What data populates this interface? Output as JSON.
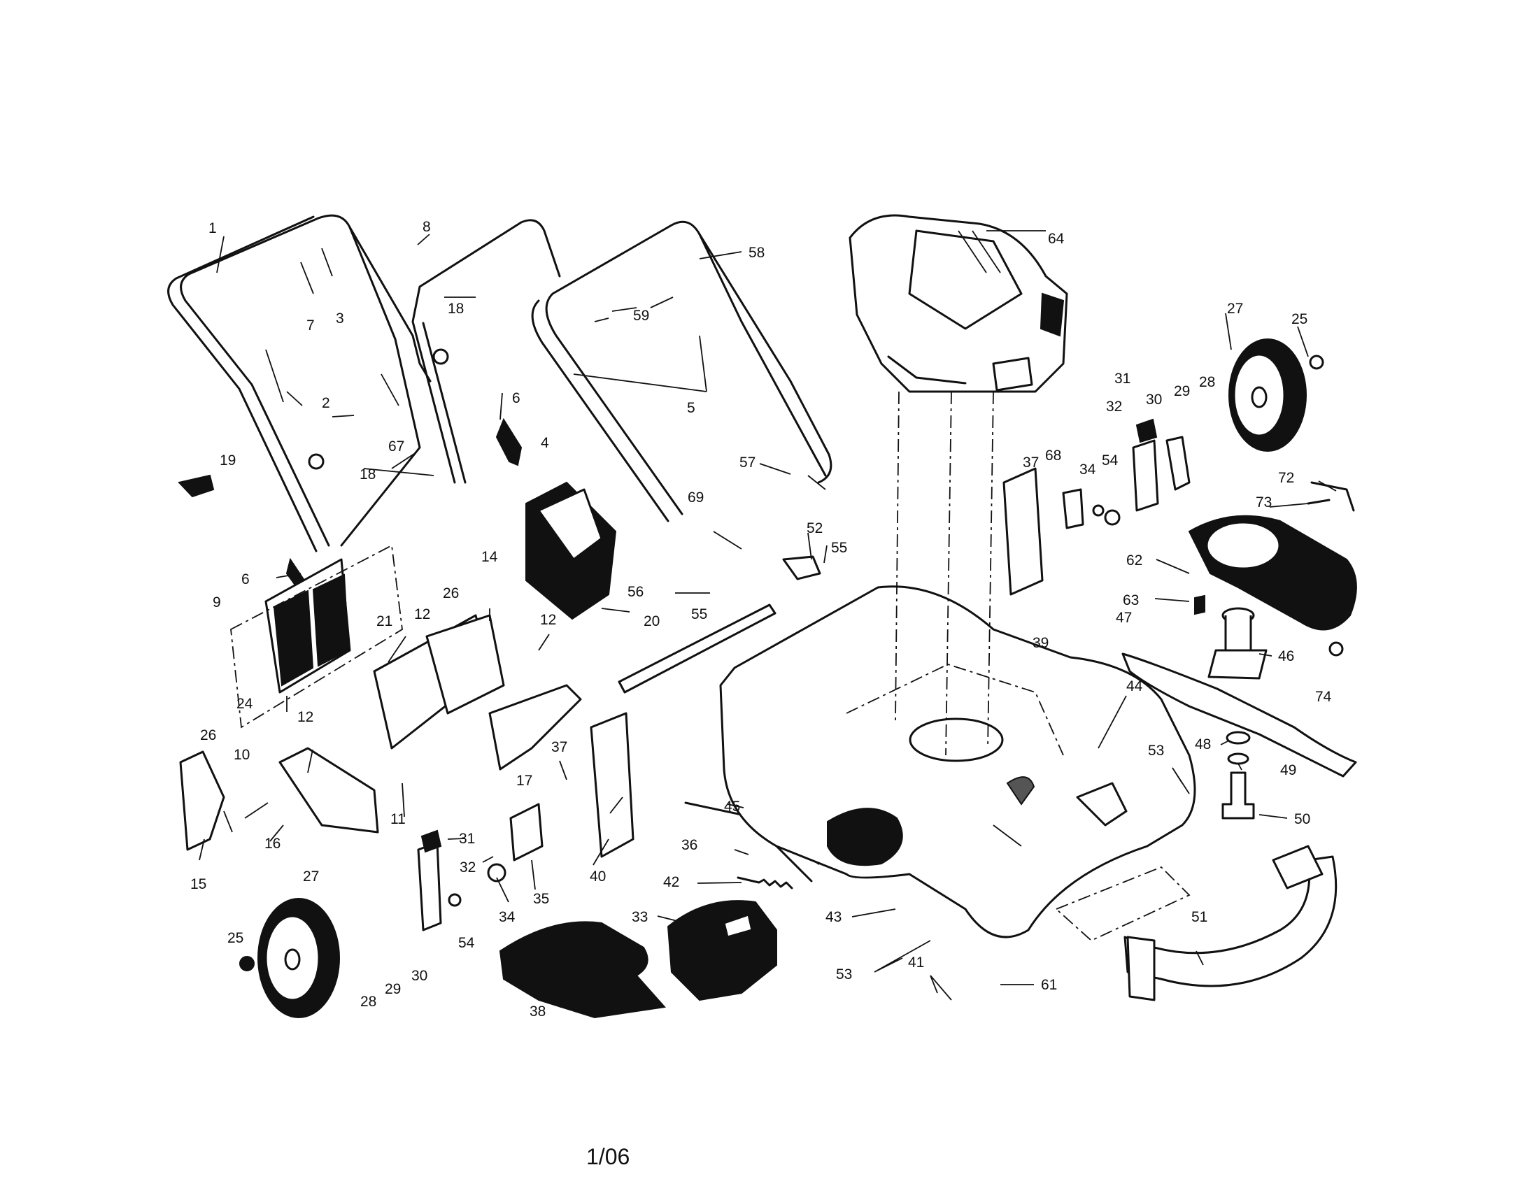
{
  "footer": {
    "date_code": "1/06"
  },
  "parts": {
    "p1": "1",
    "p2": "2",
    "p3": "3",
    "p4": "4",
    "p5": "5",
    "p6a": "6",
    "p6b": "6",
    "p7": "7",
    "p8": "8",
    "p9": "9",
    "p10": "10",
    "p11": "11",
    "p12a": "12",
    "p12b": "12",
    "p12c": "12",
    "p14": "14",
    "p15": "15",
    "p16": "16",
    "p17": "17",
    "p18a": "18",
    "p18b": "18",
    "p19": "19",
    "p20": "20",
    "p21": "21",
    "p24": "24",
    "p25a": "25",
    "p25b": "25",
    "p26a": "26",
    "p26b": "26",
    "p27a": "27",
    "p27b": "27",
    "p28a": "28",
    "p28b": "28",
    "p29a": "29",
    "p29b": "29",
    "p30a": "30",
    "p30b": "30",
    "p31a": "31",
    "p31b": "31",
    "p32a": "32",
    "p32b": "32",
    "p33": "33",
    "p34a": "34",
    "p34b": "34",
    "p35": "35",
    "p36": "36",
    "p37a": "37",
    "p37b": "37",
    "p38": "38",
    "p39": "39",
    "p40": "40",
    "p41": "41",
    "p42": "42",
    "p43": "43",
    "p44": "44",
    "p45": "45",
    "p46": "46",
    "p47": "47",
    "p48": "48",
    "p49": "49",
    "p50": "50",
    "p51": "51",
    "p52": "52",
    "p53a": "53",
    "p53b": "53",
    "p54a": "54",
    "p54b": "54",
    "p55a": "55",
    "p55b": "55",
    "p56": "56",
    "p57": "57",
    "p58": "58",
    "p59": "59",
    "p61": "61",
    "p62": "62",
    "p63": "63",
    "p64": "64",
    "p67": "67",
    "p68": "68",
    "p69": "69",
    "p72": "72",
    "p73": "73",
    "p74": "74"
  }
}
